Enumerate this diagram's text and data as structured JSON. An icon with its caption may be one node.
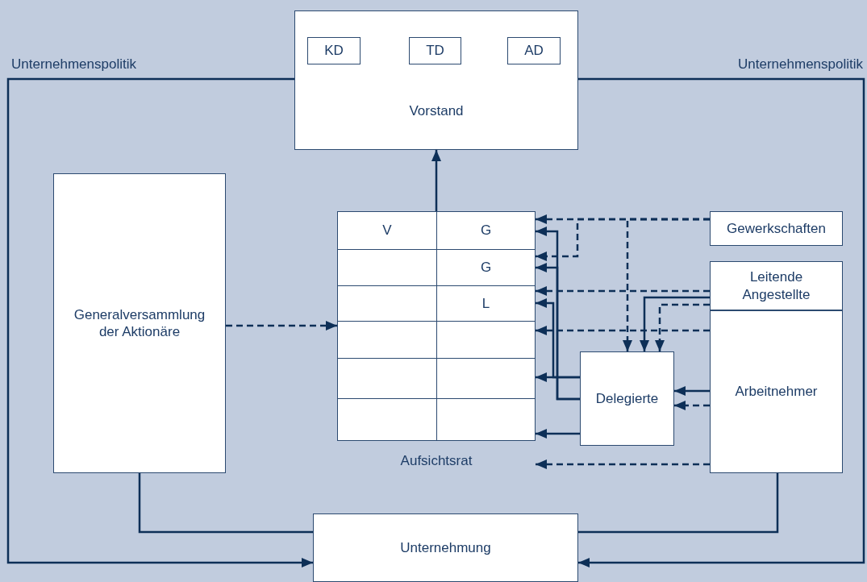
{
  "diagram": {
    "nodes": [
      {
        "text": [
          "Vorstand"
        ]
      },
      {
        "text": [
          "KD"
        ],
        "in": 0
      },
      {
        "text": [
          "TD"
        ],
        "in": 0
      },
      {
        "text": [
          "AD"
        ],
        "in": 0
      },
      {
        "text": [
          "Aufsichtsrat"
        ]
      },
      {
        "text": [
          "V"
        ],
        "in": 4
      },
      {
        "text": [
          "G"
        ],
        "in": 4
      },
      {
        "text": [],
        "shape": "box",
        "in": 4
      },
      {
        "text": [
          "G"
        ],
        "in": 4
      },
      {
        "text": [],
        "shape": "box",
        "in": 4
      },
      {
        "text": [
          "L"
        ],
        "in": 4
      },
      {
        "text": [],
        "shape": "box",
        "in": 4
      },
      {
        "text": [],
        "shape": "box",
        "in": 4
      },
      {
        "text": [],
        "shape": "box",
        "in": 4
      },
      {
        "text": [],
        "shape": "box",
        "in": 4
      },
      {
        "text": [],
        "shape": "box",
        "in": 4
      },
      {
        "text": [],
        "shape": "box",
        "in": 4
      },
      {
        "text": [
          "Generalversammlung der Aktionäre"
        ]
      },
      {
        "text": [
          "Gewerkschaften"
        ]
      },
      {
        "text": [
          "Leitende Angestellte"
        ]
      },
      {
        "text": [
          "Arbeitnehmer"
        ]
      },
      {
        "text": [
          "Delegierte"
        ]
      },
      {
        "text": [
          "Unternehmung"
        ]
      }
    ],
    "edges": [
      {
        "from": 0,
        "to": 22,
        "arrow": "to",
        "label": "Unternehmenspolitik"
      },
      {
        "from": 0,
        "to": 22,
        "arrow": "to",
        "label": "Unternehmenspolitik"
      },
      {
        "from": 17,
        "to": 22,
        "arrow": "none"
      },
      {
        "from": 20,
        "to": 22,
        "arrow": "none"
      },
      {
        "from": 17,
        "to": 4,
        "arrow": "to",
        "style": "dashed"
      },
      {
        "from": 4,
        "to": 0,
        "arrow": "to"
      },
      {
        "from": 18,
        "to": 6,
        "arrow": "to",
        "style": "dashed"
      },
      {
        "from": 18,
        "to": 8,
        "arrow": "to",
        "style": "dashed"
      },
      {
        "from": 18,
        "to": 21,
        "arrow": "to",
        "style": "dashed"
      },
      {
        "from": 21,
        "to": 6,
        "arrow": "to"
      },
      {
        "from": 21,
        "to": 8,
        "arrow": "to"
      },
      {
        "from": 21,
        "to": 10,
        "arrow": "to"
      },
      {
        "from": 21,
        "to": 14,
        "arrow": "to"
      },
      {
        "from": 21,
        "to": 16,
        "arrow": "to"
      },
      {
        "from": 19,
        "to": 10,
        "arrow": "to",
        "style": "dashed"
      },
      {
        "from": 19,
        "to": 21,
        "arrow": "to"
      },
      {
        "from": 19,
        "to": 21,
        "arrow": "to",
        "style": "dashed"
      },
      {
        "from": 20,
        "to": 12,
        "arrow": "to",
        "style": "dashed"
      },
      {
        "from": 20,
        "to": 21,
        "arrow": "to"
      },
      {
        "from": 20,
        "to": 21,
        "arrow": "to",
        "style": "dashed"
      },
      {
        "from": 20,
        "to": 4,
        "arrow": "to",
        "style": "dashed"
      }
    ]
  }
}
